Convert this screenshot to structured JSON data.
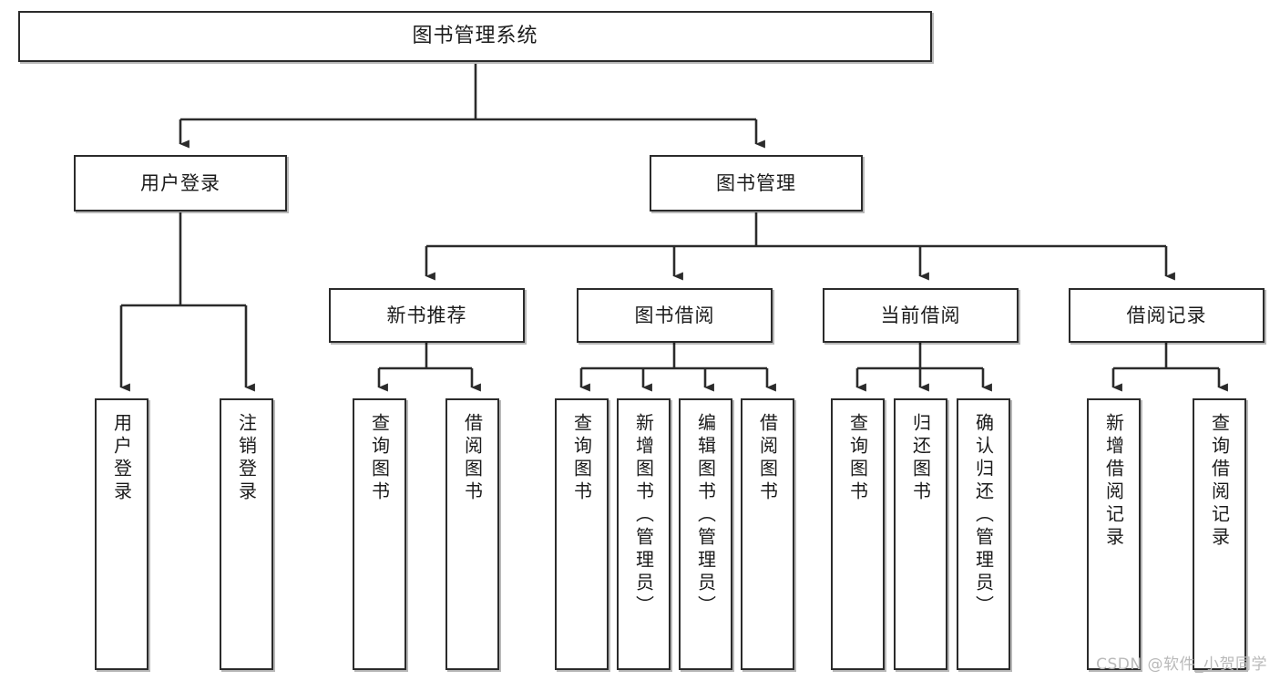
{
  "diagram": {
    "title": "图书管理系统",
    "type": "tree-hierarchy-chart",
    "watermark": "CSDN @软件_小贺同学",
    "colors": {
      "stroke": "#2b2b2b",
      "fill": "#ffffff",
      "text": "#1b1b1b",
      "watermark": "#b9b9b9"
    },
    "root": {
      "label": "图书管理系统"
    },
    "level2": [
      {
        "label": "用户登录"
      },
      {
        "label": "图书管理"
      }
    ],
    "level3": [
      {
        "label": "新书推荐"
      },
      {
        "label": "图书借阅"
      },
      {
        "label": "当前借阅"
      },
      {
        "label": "借阅记录"
      }
    ],
    "leaves": {
      "user_login": [
        {
          "label": "用户登录"
        },
        {
          "label": "注销登录"
        }
      ],
      "new_book_recommend": [
        {
          "label": "查询图书"
        },
        {
          "label": "借阅图书"
        }
      ],
      "book_borrow": [
        {
          "label": "查询图书"
        },
        {
          "label": "新增图书（管理员）"
        },
        {
          "label": "编辑图书（管理员）"
        },
        {
          "label": "借阅图书"
        }
      ],
      "current_borrow": [
        {
          "label": "查询图书"
        },
        {
          "label": "归还图书"
        },
        {
          "label": "确认归还（管理员）"
        }
      ],
      "borrow_record": [
        {
          "label": "新增借阅记录"
        },
        {
          "label": "查询借阅记录"
        }
      ]
    }
  }
}
